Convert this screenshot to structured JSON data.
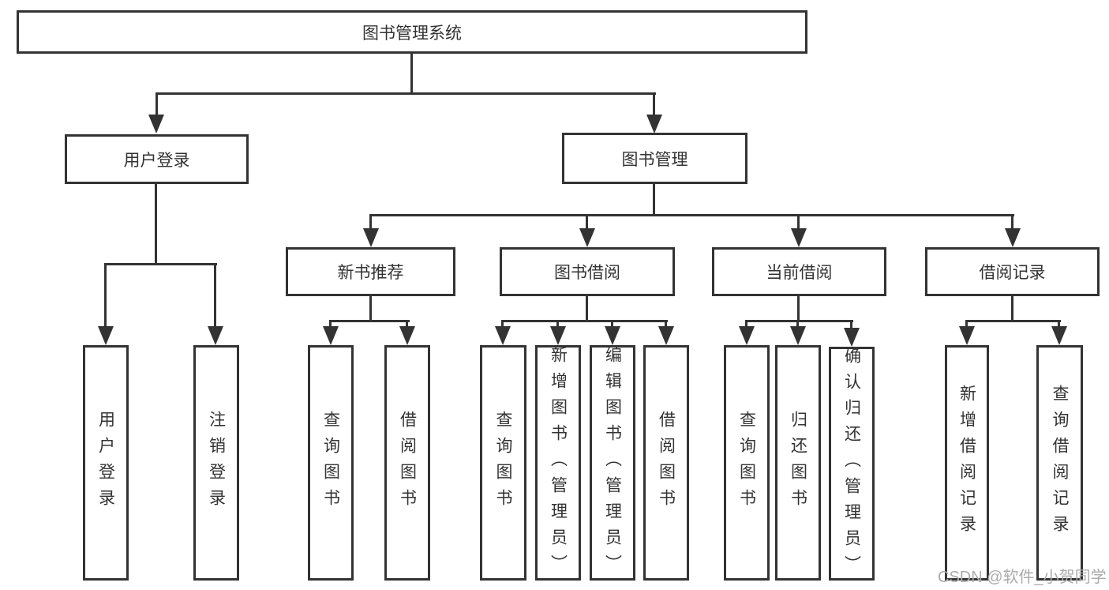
{
  "diagram": {
    "title": "图书管理系统",
    "branches": [
      {
        "label": "用户登录",
        "children": [
          "用户登录",
          "注销登录"
        ]
      },
      {
        "label": "图书管理",
        "sections": [
          {
            "label": "新书推荐",
            "children": [
              "查询图书",
              "借阅图书"
            ]
          },
          {
            "label": "图书借阅",
            "children": [
              "查询图书",
              "新增图书（管理员）",
              "编辑图书（管理员）",
              "借阅图书"
            ]
          },
          {
            "label": "当前借阅",
            "children": [
              "查询图书",
              "归还图书",
              "确认归还（管理员）"
            ]
          },
          {
            "label": "借阅记录",
            "children": [
              "新增借阅记录",
              "查询借阅记录"
            ]
          }
        ]
      }
    ]
  },
  "watermark": {
    "text": "CSDN @软件_小贺同学"
  },
  "colors": {
    "line": "#333333",
    "text": "#333333",
    "watermark": "#ababab",
    "background": "#ffffff"
  }
}
